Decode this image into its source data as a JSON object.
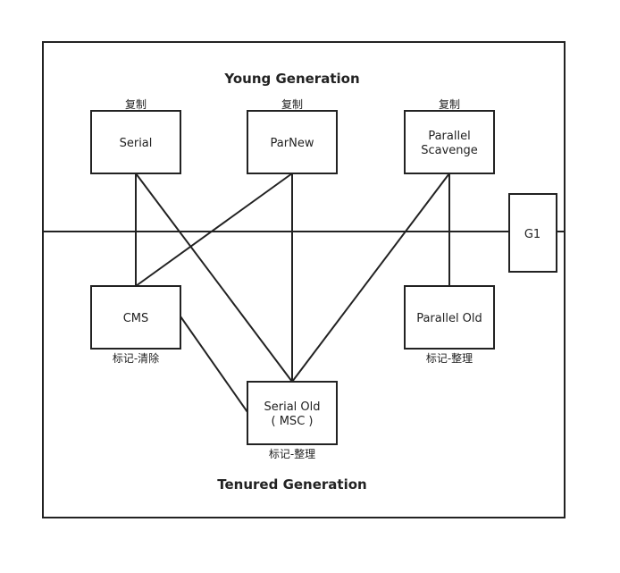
{
  "diagram": {
    "young_title": "Young Generation",
    "tenured_title": "Tenured Generation",
    "collectors": {
      "serial": {
        "name": "Serial",
        "note": "复制"
      },
      "parnew": {
        "name": "ParNew",
        "note": "复制"
      },
      "parallel_scavenge": {
        "name_line1": "Parallel",
        "name_line2": "Scavenge",
        "note": "复制"
      },
      "cms": {
        "name": "CMS",
        "note": "标记-清除"
      },
      "parallel_old": {
        "name": "Parallel Old",
        "note": "标记-整理"
      },
      "serial_old": {
        "name_line1": "Serial Old",
        "name_line2": "( MSC )",
        "note": "标记-整理"
      },
      "g1": {
        "name": "G1"
      }
    },
    "connections": [
      [
        "serial",
        "cms"
      ],
      [
        "serial",
        "serial_old"
      ],
      [
        "parnew",
        "cms"
      ],
      [
        "parnew",
        "serial_old"
      ],
      [
        "parallel_scavenge",
        "serial_old"
      ],
      [
        "parallel_scavenge",
        "parallel_old"
      ],
      [
        "cms",
        "serial_old"
      ]
    ]
  }
}
